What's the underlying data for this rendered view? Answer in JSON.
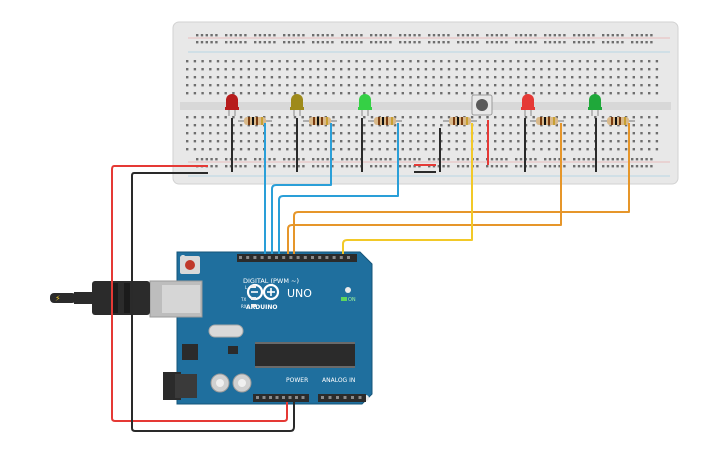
{
  "board": {
    "logo_text": "ARDUINO",
    "model": "UNO",
    "digital_label": "DIGITAL (PWM ~)",
    "power_label": "POWER",
    "analog_label": "ANALOG IN",
    "on_label": "ON",
    "l_label": "L",
    "tx_label": "TX",
    "rx_label": "RX"
  },
  "components": {
    "leds": [
      {
        "color": "#b71c1c"
      },
      {
        "color": "#9e8a1a"
      },
      {
        "color": "#35d045"
      },
      {
        "color": "#e53935"
      },
      {
        "color": "#1fa83a"
      }
    ],
    "button": {
      "color": "#5a5a5a"
    }
  },
  "wire_colors": {
    "red": "#e53935",
    "black": "#2a2a2a",
    "blue": "#2a9fd8",
    "orange": "#e6962a",
    "yellow": "#f2c928"
  }
}
